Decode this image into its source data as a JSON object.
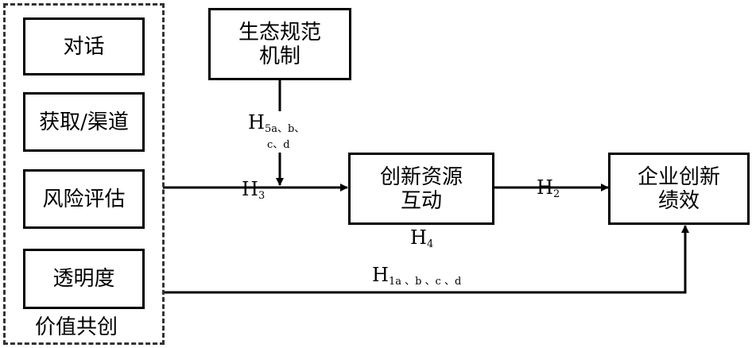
{
  "value_cocreation": {
    "group_label": "价值共创",
    "items": [
      "对话",
      "获取/渠道",
      "风险评估",
      "透明度"
    ]
  },
  "eco_norm": {
    "line1": "生态规范",
    "line2": "机制"
  },
  "innovation_interaction": {
    "line1": "创新资源",
    "line2": "互动"
  },
  "performance": {
    "line1": "企业创新",
    "line2": "绩效"
  },
  "hypotheses": {
    "h5": {
      "main": "H",
      "sub": "5a、b、",
      "line2": "c、d"
    },
    "h3": {
      "main": "H",
      "sub": "3"
    },
    "h2": {
      "main": "H",
      "sub": "2"
    },
    "h4": {
      "main": "H",
      "sub": "4"
    },
    "h1": {
      "main": "H",
      "sub": "1a 、b 、c 、d"
    }
  }
}
